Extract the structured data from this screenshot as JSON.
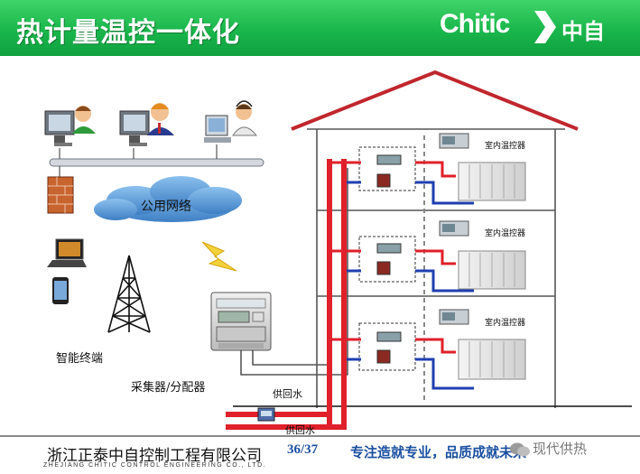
{
  "header": {
    "title": "热计量温控一体化",
    "logo_en": "Chitic",
    "logo_cn": "中自"
  },
  "diagram": {
    "public_network": "公用网络",
    "smart_terminal": "智能终端",
    "collector": "采集器/分配器",
    "supply_water_upper": "供回水",
    "supply_water_lower": "供回水",
    "thermostat_floor3": "室内温控器",
    "thermostat_floor2": "室内温控器",
    "thermostat_floor1": "室内温控器"
  },
  "footer": {
    "company_cn": "浙江正泰中自控制工程有限公司",
    "company_en": "ZHEJIANG CHITIC CONTROL ENGINEERING CO., LTD.",
    "page": "36/37",
    "slogan": "专注造就专业，品质成就未来",
    "watermark": "现代供热"
  },
  "colors": {
    "header_green": "#19b64b",
    "pipe_red": "#e0202a",
    "roof_red": "#c0262d",
    "pipe_blue": "#1f3fb0",
    "cloud_blue": "#4a86c8"
  }
}
